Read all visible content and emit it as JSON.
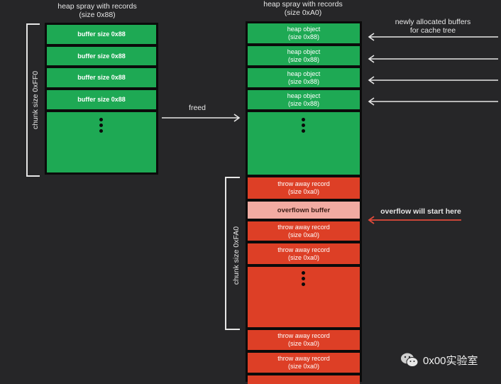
{
  "left": {
    "header_line1": "heap spray with records",
    "header_line2": "(size 0x88)",
    "chunk_label": "chunk size 0xFF0",
    "cells": [
      "buffer size 0x88",
      "buffer size 0x88",
      "buffer size 0x88",
      "buffer size 0x88"
    ]
  },
  "middle_label": "freed",
  "right": {
    "header_line1": "heap spray with records",
    "header_line2": "(size 0xA0)",
    "chunk_label": "chunk size 0xFA0",
    "green_cells": [
      {
        "line1": "heap object",
        "line2": "(size 0x88)"
      },
      {
        "line1": "heap object",
        "line2": "(size 0x88)"
      },
      {
        "line1": "heap object",
        "line2": "(size 0x88)"
      },
      {
        "line1": "heap object",
        "line2": "(size 0x88)"
      }
    ],
    "red_top": {
      "line1": "throw away record",
      "line2": "(size 0xa0)"
    },
    "overflown": "overflown buffer",
    "red_cells": [
      {
        "line1": "throw away record",
        "line2": "(size 0xa0)"
      },
      {
        "line1": "throw away record",
        "line2": "(size 0xa0)"
      },
      {
        "line1": "throw away record",
        "line2": "(size 0xa0)"
      },
      {
        "line1": "throw away record",
        "line2": "(size 0xa0)"
      }
    ]
  },
  "annotations": {
    "new_buffers_line1": "newly allocated buffers",
    "new_buffers_line2": "for cache tree",
    "overflow": "overflow will start here"
  },
  "watermark": "0x00实验室",
  "colors": {
    "background": "#262628",
    "green": "#1ea954",
    "red": "#dd3f26",
    "pink": "#f2aba2",
    "arrow_white": "#e6e6e6",
    "arrow_red": "#e04a3a"
  }
}
